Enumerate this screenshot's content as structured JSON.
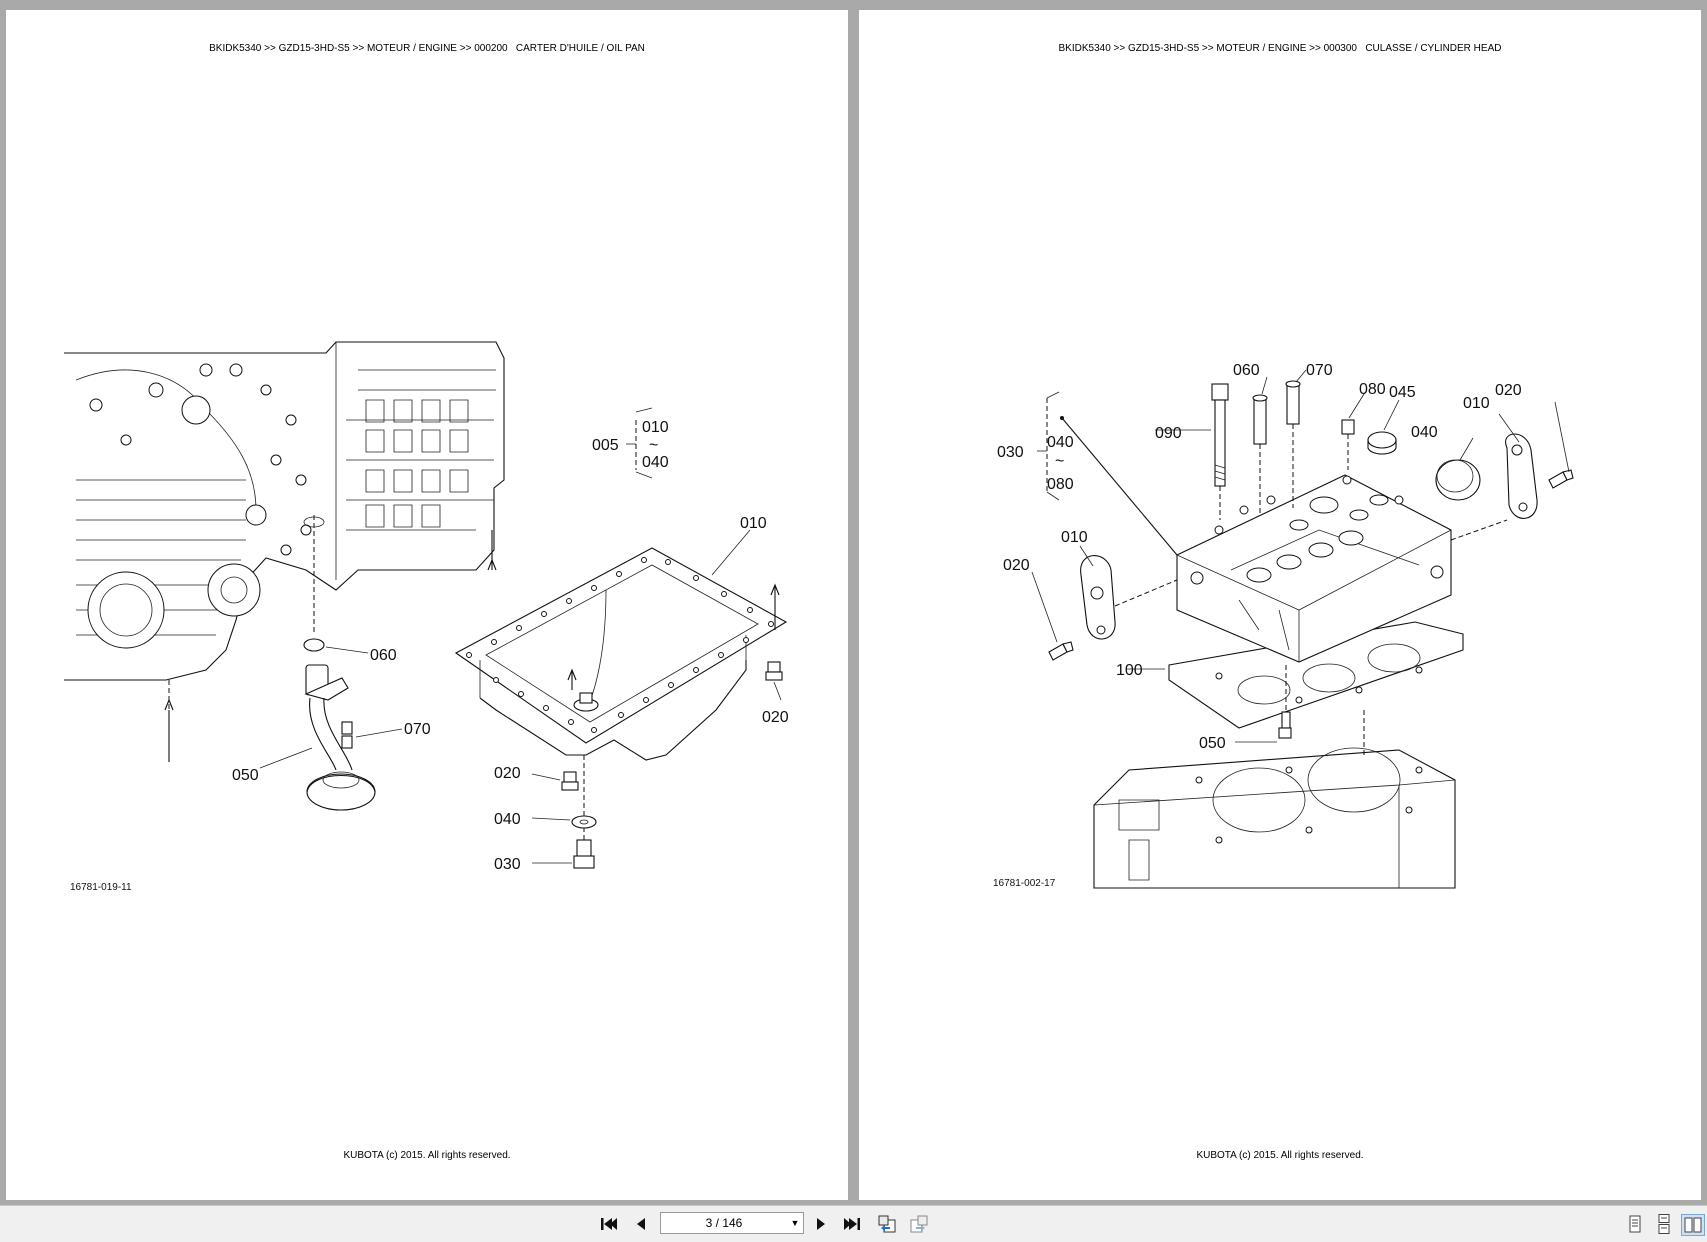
{
  "pages": [
    {
      "header": "BKIDK5340 >> GZD15-3HD-S5 >> MOTEUR / ENGINE >> 000200   CARTER D'HUILE / OIL PAN",
      "footer": "KUBOTA (c) 2015. All rights reserved.",
      "figure_code": "16781-019-11",
      "callouts": {
        "c005": "005",
        "c010a": "010",
        "c040a": "040",
        "tilde": "~",
        "c010": "010",
        "c020a": "020",
        "c020b": "020",
        "c030": "030",
        "c040": "040",
        "c050": "050",
        "c060": "060",
        "c070": "070"
      }
    },
    {
      "header": "BKIDK5340 >> GZD15-3HD-S5 >> MOTEUR / ENGINE >> 000300   CULASSE / CYLINDER HEAD",
      "footer": "KUBOTA (c) 2015. All rights reserved.",
      "figure_code": "16781-002-17",
      "callouts": {
        "c030": "030",
        "c040": "040",
        "tilde": "~",
        "c080": "080",
        "c060": "060",
        "c070": "070",
        "c080b": "080",
        "c045": "045",
        "c090": "090",
        "c040b": "040",
        "c010a": "010",
        "c020a": "020",
        "c010b": "010",
        "c020b": "020",
        "c100": "100",
        "c050": "050"
      }
    }
  ],
  "toolbar": {
    "page_indicator": "3 / 146",
    "icons": [
      "first-page-icon",
      "previous-page-icon",
      "next-page-icon",
      "last-page-icon",
      "go-back-view-icon",
      "go-forward-view-icon",
      "single-page-icon",
      "continuous-page-icon",
      "facing-pages-icon"
    ]
  }
}
